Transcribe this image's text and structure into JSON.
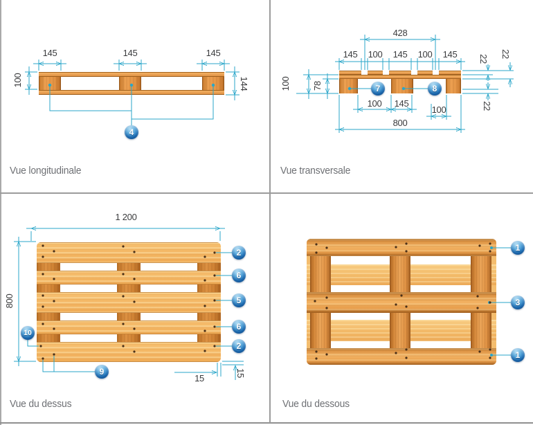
{
  "views": {
    "longitudinal": {
      "caption": "Vue longitudinale",
      "dims": {
        "block_w": "145",
        "height_100": "100",
        "height_144": "144"
      },
      "badges": {
        "b4": "4"
      }
    },
    "transversal": {
      "caption": "Vue transversale",
      "dims": {
        "span_428": "428",
        "board_145": "145",
        "board_100": "100",
        "height_100": "100",
        "block_h_78": "78",
        "thick_22": "22",
        "gap_100": "100",
        "center_145": "145",
        "total_800": "800"
      },
      "badges": {
        "b7": "7",
        "b8": "8"
      }
    },
    "top": {
      "caption": "Vue du dessus",
      "dims": {
        "length": "1 200",
        "width": "800",
        "inset": "15"
      },
      "badges": {
        "b2": "2",
        "b6": "6",
        "b5": "5",
        "b10": "10",
        "b9": "9"
      }
    },
    "bottom": {
      "caption": "Vue du dessous",
      "badges": {
        "b1": "1",
        "b3": "3"
      }
    }
  },
  "colors": {
    "dimension": "#2aa6c9",
    "wood": "#eda54f",
    "badge": "#1a6cb4"
  }
}
